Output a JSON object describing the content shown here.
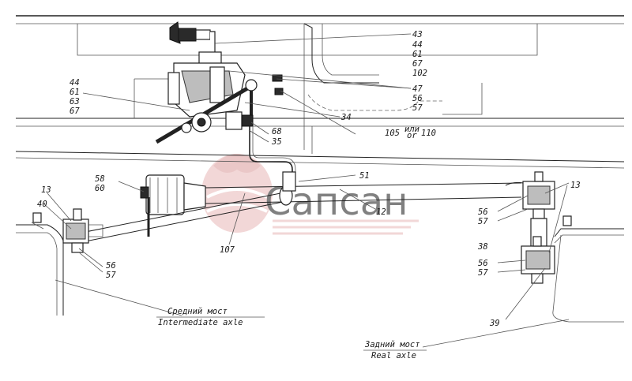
{
  "callouts": {
    "c43": "43",
    "c44a": "44",
    "c61a": "61",
    "c67a": "67",
    "c102": "102",
    "c44b": "44",
    "c61b": "61",
    "c63": "63",
    "c67b": "67",
    "c47": "47",
    "c56a": "56",
    "c57a": "57",
    "c34": "34",
    "c105": "105",
    "c_or": "или",
    "c_or_en": "or",
    "c110": "110",
    "c68": "68",
    "c35": "35",
    "c58": "58",
    "c60": "60",
    "c51": "51",
    "c12": "12",
    "c13a": "13",
    "c40": "40",
    "c56b": "56",
    "c57b": "57",
    "c107": "107",
    "c13b": "13",
    "c56c": "56",
    "c57c": "57",
    "c38": "38",
    "c56d": "56",
    "c57d": "57",
    "c39": "39"
  },
  "captions": {
    "intermediate_ru": "Средний мост",
    "intermediate_en": "Intermediate axle",
    "rear_ru": "Задний мост",
    "rear_en": "Real axle"
  },
  "watermark": {
    "text": "Сапсан",
    "color": "#e3a9a9"
  }
}
